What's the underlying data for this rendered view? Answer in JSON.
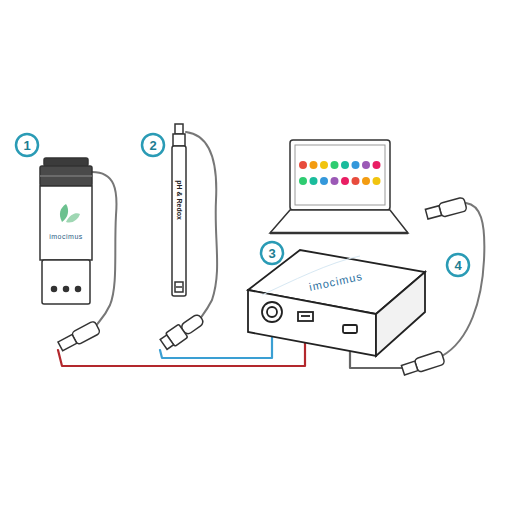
{
  "diagram": {
    "labels": [
      "1",
      "2",
      "imocimus",
      "pH & Redox",
      "3",
      "imocimus",
      "4"
    ]
  }
}
